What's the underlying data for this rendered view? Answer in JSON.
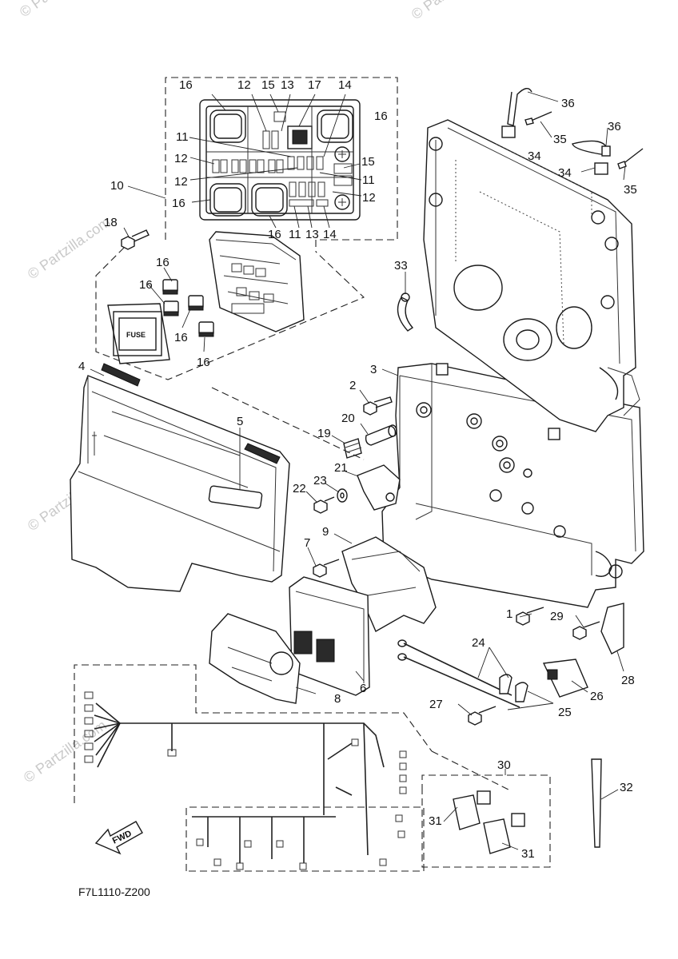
{
  "diagram_code": "F7L1110-Z200",
  "watermark": "© Partzilla.com",
  "fuse_label": "FUSE",
  "fwd_label": "FWD",
  "callouts": [
    "1",
    "2",
    "3",
    "4",
    "5",
    "6",
    "7",
    "8",
    "9",
    "10",
    "11",
    "12",
    "13",
    "14",
    "15",
    "16",
    "17",
    "18",
    "19",
    "20",
    "21",
    "22",
    "23",
    "24",
    "25",
    "26",
    "27",
    "28",
    "29",
    "30",
    "31",
    "32",
    "33",
    "34",
    "35",
    "36"
  ]
}
